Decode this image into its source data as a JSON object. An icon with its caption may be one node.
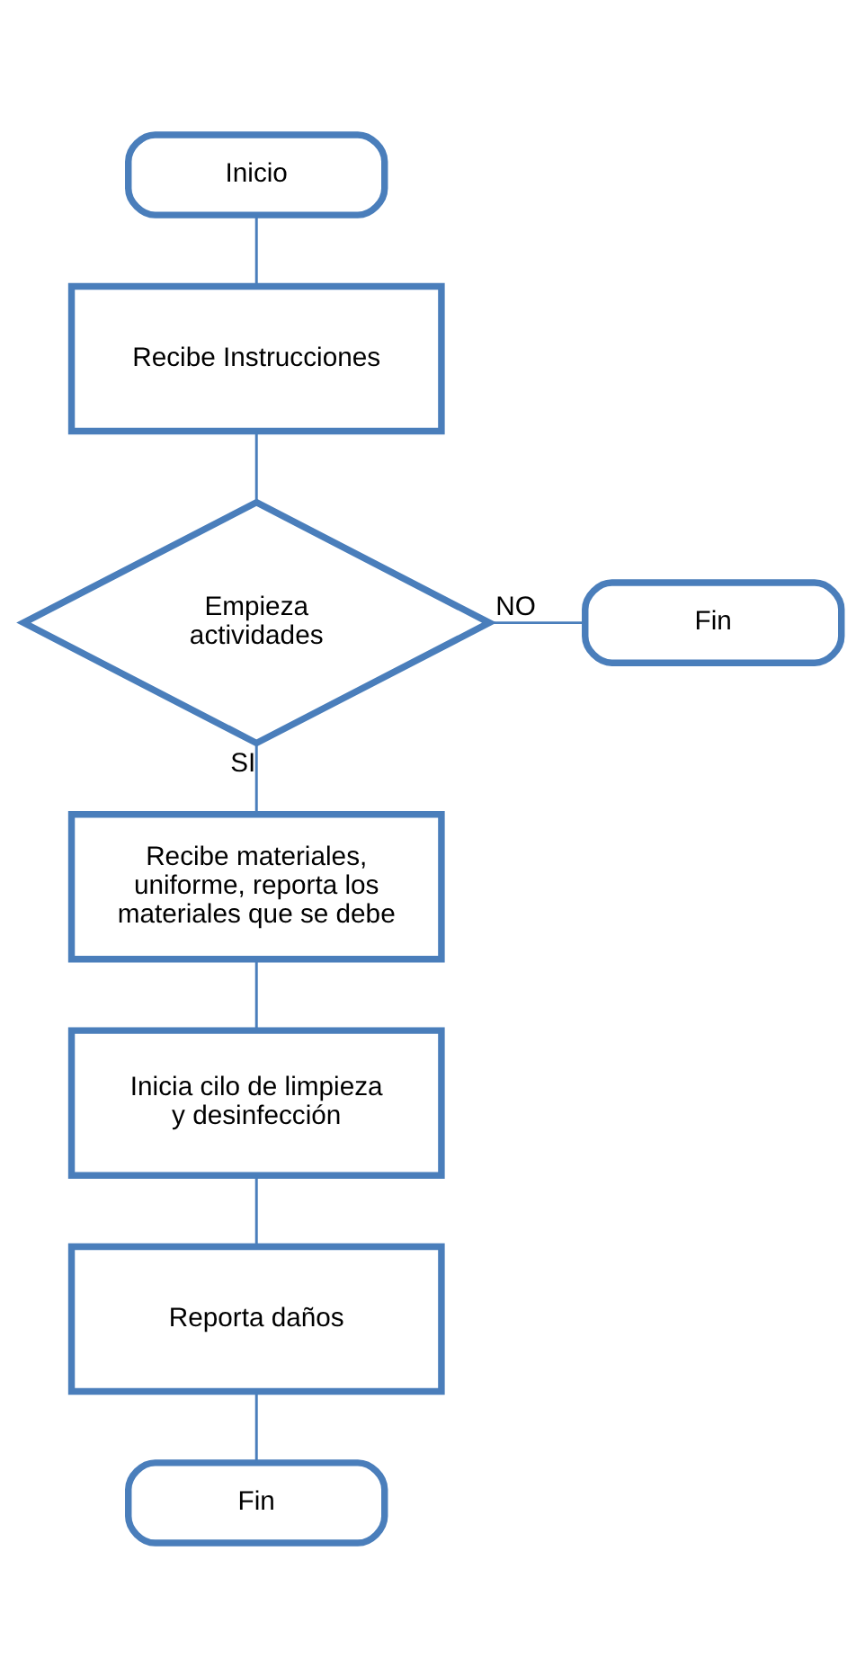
{
  "diagram": {
    "nodes": [
      {
        "text": [
          "Inicio"
        ]
      },
      {
        "text": [
          "Recibe Instrucciones"
        ]
      },
      {
        "text": [
          "Empieza actividades"
        ]
      },
      {
        "text": [
          "Fin"
        ]
      },
      {
        "text": [
          "Recibe materiales, uniforme, reporta los materiales que se debe"
        ]
      },
      {
        "text": [
          "Inicia cilo de limpieza y desinfección"
        ]
      },
      {
        "text": [
          "Reporta daños"
        ]
      },
      {
        "text": [
          "Fin"
        ]
      }
    ],
    "edges": [
      {
        "from": 0,
        "to": 1,
        "arrow": "none"
      },
      {
        "from": 1,
        "to": 2,
        "arrow": "none"
      },
      {
        "from": 2,
        "to": 3,
        "arrow": "none",
        "label": "NO"
      },
      {
        "from": 2,
        "to": 4,
        "arrow": "none",
        "label": "SI"
      },
      {
        "from": 4,
        "to": 5,
        "arrow": "none"
      },
      {
        "from": 5,
        "to": 6,
        "arrow": "none"
      },
      {
        "from": 6,
        "to": 7,
        "arrow": "none"
      }
    ]
  }
}
